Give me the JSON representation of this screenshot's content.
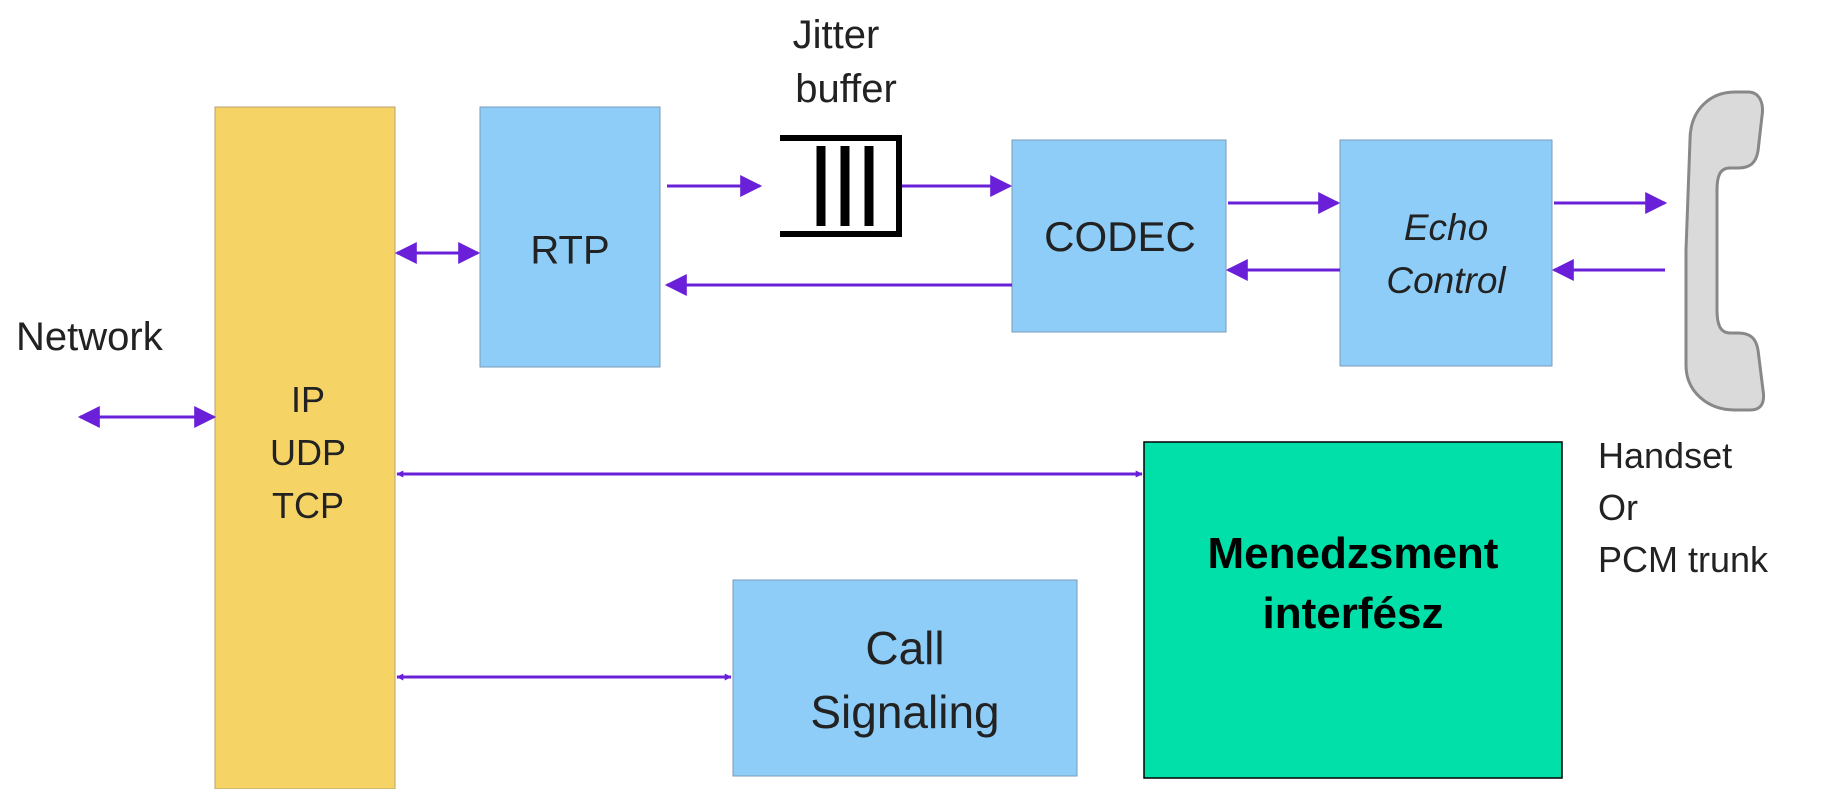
{
  "colors": {
    "ip_block": "#F6D365",
    "module_block": "#8ECDF8",
    "management_block": "#00E0A8",
    "arrow": "#6A20D8",
    "buffer": "#000000",
    "handset_fill": "#DADADA",
    "handset_stroke": "#888888"
  },
  "labels": {
    "network": "Network",
    "ip_stack": [
      "IP",
      "UDP",
      "TCP"
    ],
    "rtp": "RTP",
    "jitter_buffer": [
      "Jitter",
      "buffer"
    ],
    "codec": "CODEC",
    "echo_control": [
      "Echo",
      "Control"
    ],
    "handset": [
      "Handset",
      "Or",
      "PCM trunk"
    ],
    "management": [
      "Menedzsment",
      "interfész"
    ],
    "call_signaling": [
      "Call",
      "Signaling"
    ]
  },
  "icons": {
    "handset": "telephone-handset-icon",
    "jitter_buffer": "queue-buffer-icon"
  }
}
